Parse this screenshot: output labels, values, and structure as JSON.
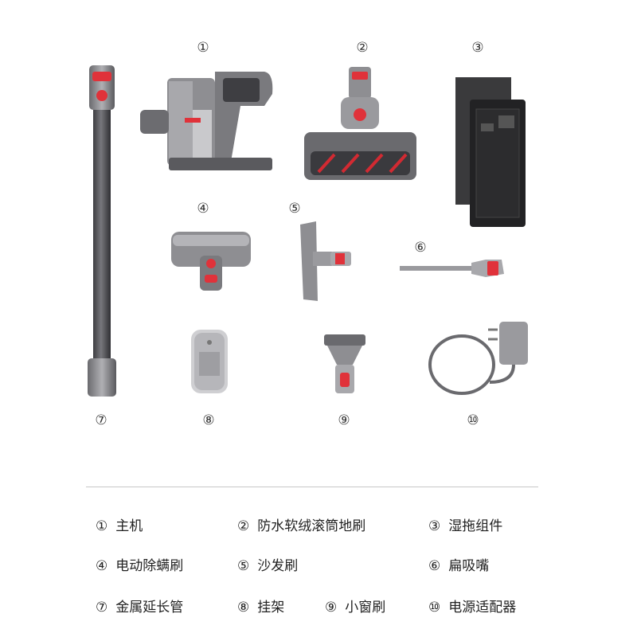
{
  "parts": [
    {
      "id": "1",
      "marker": "①",
      "name": "主机",
      "icon": "handheld-main-unit"
    },
    {
      "id": "2",
      "marker": "②",
      "name": "防水软绒滚筒地刷",
      "icon": "roller-floor-brush"
    },
    {
      "id": "3",
      "marker": "③",
      "name": "湿拖组件",
      "icon": "wet-mop-kit"
    },
    {
      "id": "4",
      "marker": "④",
      "name": "电动除螨刷",
      "icon": "motorized-mite-brush"
    },
    {
      "id": "5",
      "marker": "⑤",
      "name": "沙发刷",
      "icon": "sofa-brush"
    },
    {
      "id": "6",
      "marker": "⑥",
      "name": "扁吸嘴",
      "icon": "crevice-nozzle"
    },
    {
      "id": "7",
      "marker": "⑦",
      "name": "金属延长管",
      "icon": "metal-extension-tube"
    },
    {
      "id": "8",
      "marker": "⑧",
      "name": "挂架",
      "icon": "wall-mount"
    },
    {
      "id": "9",
      "marker": "⑨",
      "name": "小窗刷",
      "icon": "small-window-brush"
    },
    {
      "id": "10",
      "marker": "⑩",
      "name": "电源适配器",
      "icon": "power-adapter"
    }
  ],
  "colors": {
    "metal": "#8a8a8e",
    "dark_metal": "#5a5a5e",
    "accent_red": "#e0323a",
    "panel_black": "#2e2e2e"
  }
}
